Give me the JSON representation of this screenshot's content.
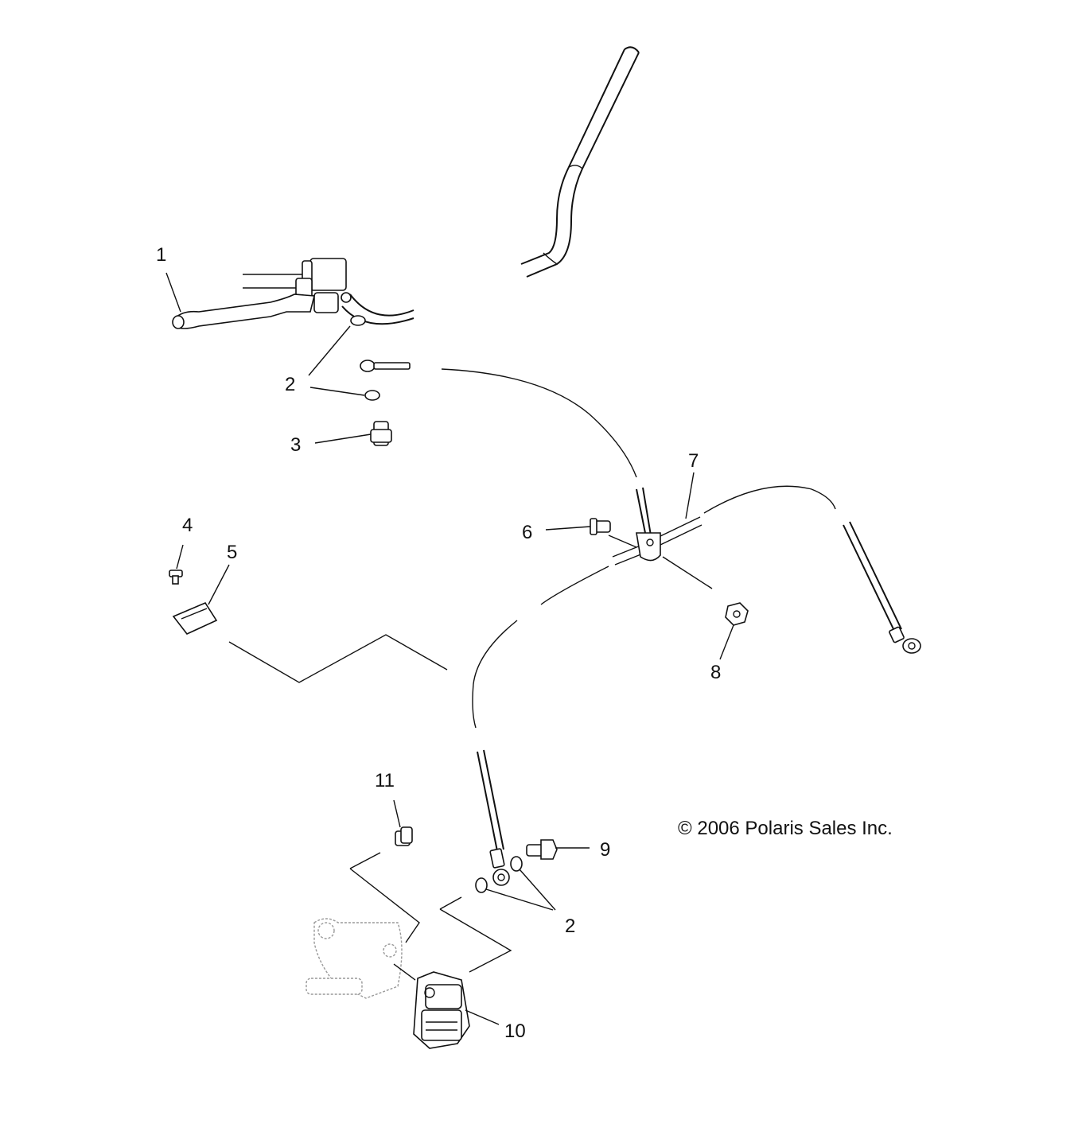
{
  "labels": {
    "l1": "1",
    "l2a": "2",
    "l3": "3",
    "l4": "4",
    "l5": "5",
    "l6": "6",
    "l7": "7",
    "l8": "8",
    "l9": "9",
    "l10": "10",
    "l11": "11",
    "l2b": "2"
  },
  "copyright": "© 2006 Polaris Sales Inc."
}
